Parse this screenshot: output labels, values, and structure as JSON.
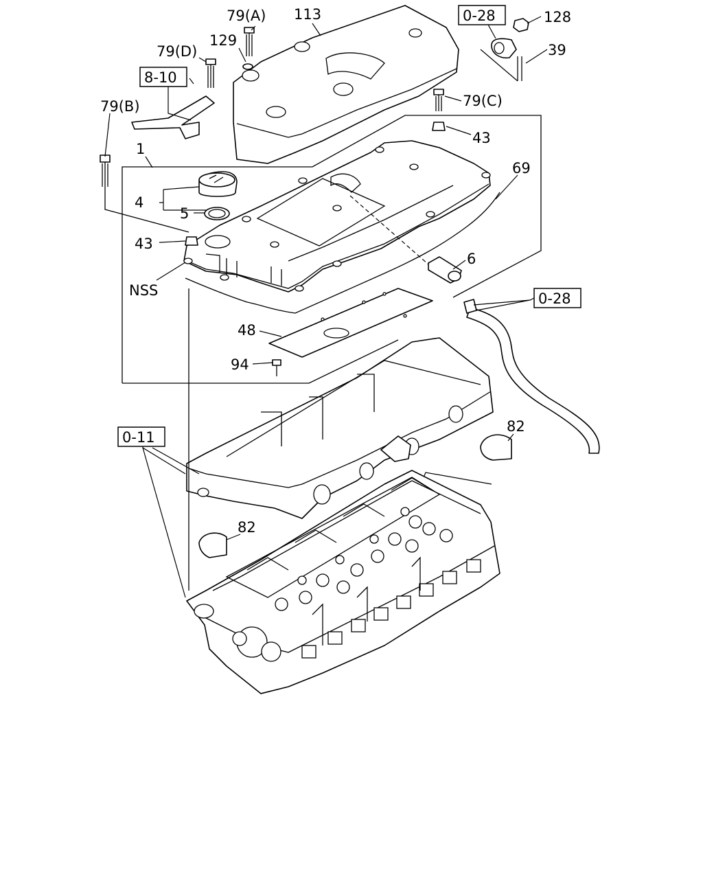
{
  "callouts": {
    "c79a": "79(A)",
    "c113": "113",
    "c129": "129",
    "c79d": "79(D)",
    "c128": "128",
    "c39": "39",
    "c79c": "79(C)",
    "c43a": "43",
    "c79b": "79(B)",
    "c1": "1",
    "c69": "69",
    "c4": "4",
    "c5": "5",
    "c6": "6",
    "c43b": "43",
    "cnss": "NSS",
    "c48": "48",
    "c94": "94",
    "c82a": "82",
    "c82b": "82"
  },
  "refs": {
    "r028a": "0-28",
    "r810": "8-10",
    "r028b": "0-28",
    "r011": "0-11"
  }
}
